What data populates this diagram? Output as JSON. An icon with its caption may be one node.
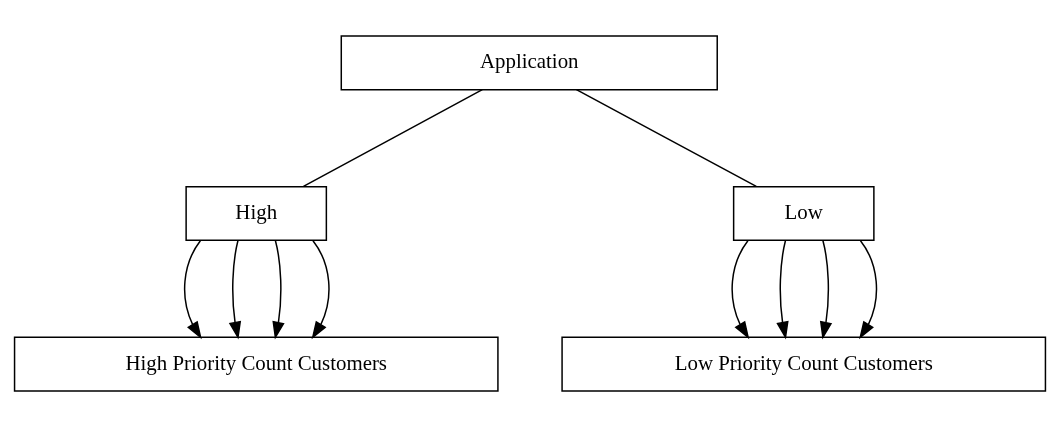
{
  "diagram": {
    "nodes": [
      {
        "text": [
          "Application"
        ]
      },
      {
        "text": [
          "High"
        ]
      },
      {
        "text": [
          "Low"
        ]
      },
      {
        "text": [
          "High Priority Count Customers"
        ]
      },
      {
        "text": [
          "Low Priority Count Customers"
        ]
      }
    ],
    "edges": [
      {
        "from": 0,
        "to": 1,
        "arrow": "none"
      },
      {
        "from": 0,
        "to": 2,
        "arrow": "none"
      },
      {
        "from": 1,
        "to": 3,
        "arrow": "to"
      },
      {
        "from": 1,
        "to": 3,
        "arrow": "to"
      },
      {
        "from": 1,
        "to": 3,
        "arrow": "to"
      },
      {
        "from": 1,
        "to": 3,
        "arrow": "to"
      },
      {
        "from": 2,
        "to": 4,
        "arrow": "to"
      },
      {
        "from": 2,
        "to": 4,
        "arrow": "to"
      },
      {
        "from": 2,
        "to": 4,
        "arrow": "to"
      },
      {
        "from": 2,
        "to": 4,
        "arrow": "to"
      }
    ]
  }
}
